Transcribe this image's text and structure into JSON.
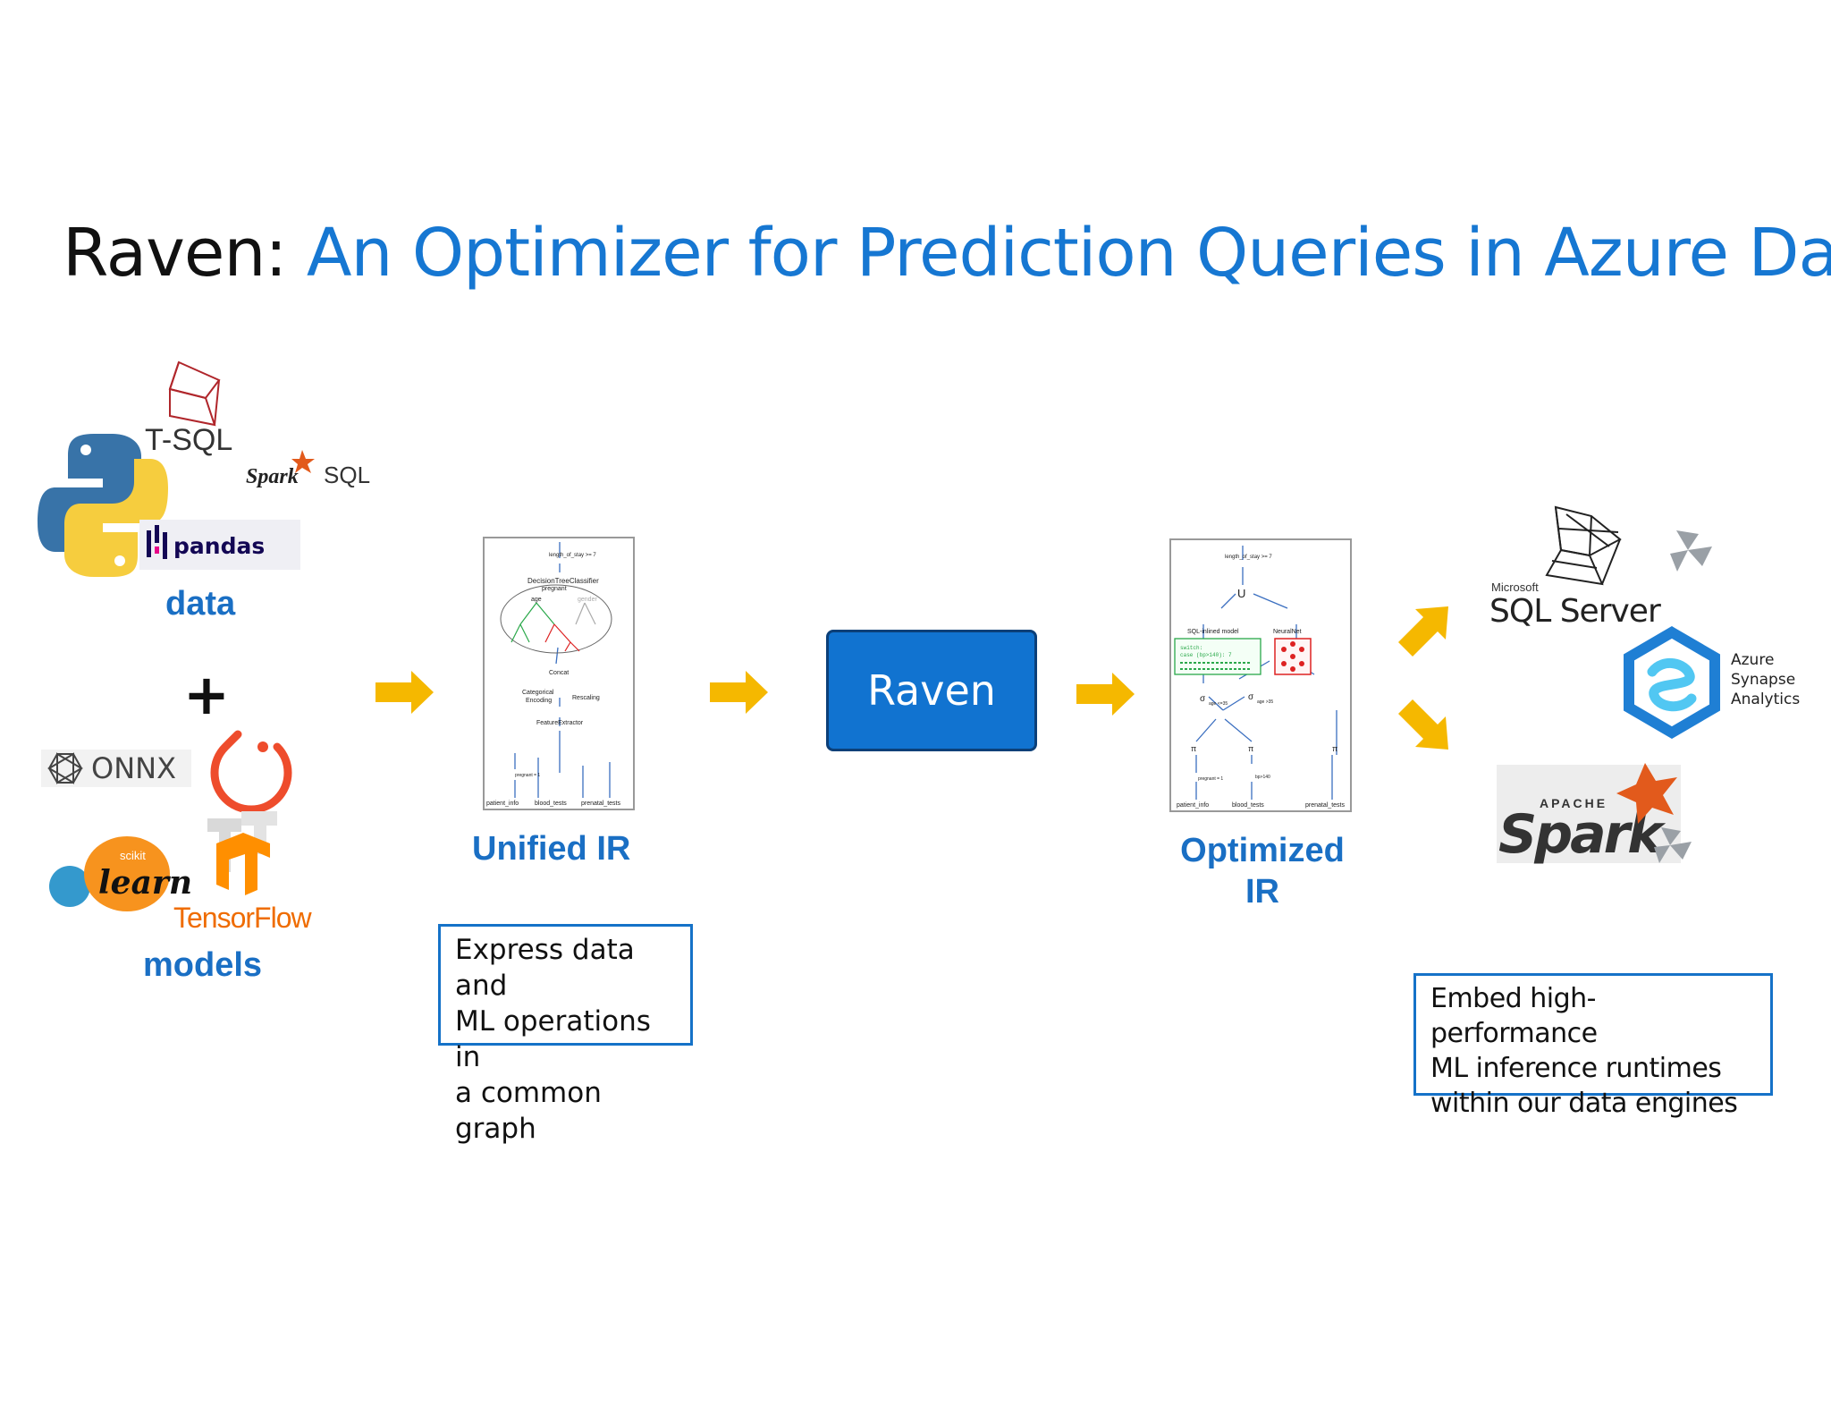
{
  "title": {
    "prefix": "Raven:",
    "main": "An Optimizer for Prediction Queries in Azure Data"
  },
  "inputs": {
    "data_logos": [
      "T-SQL",
      "Spark",
      "SQL",
      "pandas"
    ],
    "data_label": "data",
    "plus": "+",
    "model_logos": [
      "ONNX",
      "scikit",
      "learn",
      "TensorFlow"
    ],
    "models_label": "models"
  },
  "unified_ir": {
    "label": "Unified IR",
    "description": [
      "Express data and",
      "ML operations in",
      "a common graph"
    ],
    "graph_labels": {
      "filter": "length_of_stay >= 7",
      "classifier": "DecisionTreeClassifier",
      "pregnant": "pregnant",
      "age": "age",
      "gender": "gender",
      "concat": "Concat",
      "categorical": "Categorical",
      "encoding": "Encoding",
      "rescaling": "Rescaling",
      "feature_extractor": "FeatureExtractor",
      "pred": "pregnant = 1",
      "tables": [
        "patient_info",
        "blood_tests",
        "prenatal_tests"
      ]
    }
  },
  "raven": {
    "label": "Raven"
  },
  "optimized_ir": {
    "label_line1": "Optimized",
    "label_line2": "IR",
    "graph_labels": {
      "filter": "length_of_stay >= 7",
      "union": "U",
      "sql_model": "SQL-inlined model",
      "neural": "NeuralNet",
      "code": [
        "switch:",
        "case (bp>140): 7"
      ],
      "age_le": "age <=35",
      "age_gt": "age >35",
      "pi": "π",
      "pred": "pregnant = 1",
      "bp": "bp>140",
      "tables": [
        "patient_info",
        "blood_tests",
        "prenatal_tests"
      ]
    }
  },
  "targets": {
    "sql_server_small": "Microsoft",
    "sql_server": "SQL Server",
    "synapse": [
      "Azure",
      "Synapse",
      "Analytics"
    ],
    "spark_small": "APACHE",
    "spark": "Spark",
    "description": [
      "Embed high-performance",
      "ML inference runtimes",
      "within our data engines"
    ]
  },
  "colors": {
    "title_blue": "#1677d2",
    "arrow_yellow": "#f5b800",
    "raven_box": "#1173d0",
    "label_blue": "#1a6fc4"
  }
}
